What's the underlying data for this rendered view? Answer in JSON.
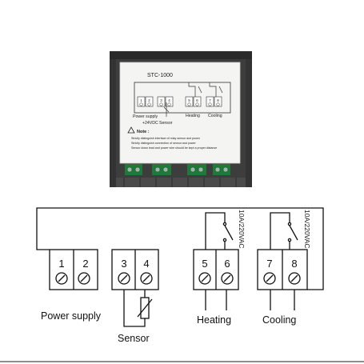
{
  "device": {
    "model": "STC-1000",
    "labels": {
      "power_supply": "Power supply",
      "voltage": "+24VDC",
      "sensor": "Sensor",
      "heating": "Heating",
      "cooling": "Cooling"
    },
    "sticker_terminal_numbers": [
      "1",
      "2",
      "3",
      "4",
      "5",
      "6",
      "7",
      "8"
    ],
    "note_title": "Note :",
    "notes": [
      "Strictly distinguish interface of relay sensor and power",
      "Strictly distinguish connection of sensor and power",
      "Sensor down lead and power wire should be kept a proper distance"
    ]
  },
  "wiring": {
    "terminals": [
      "1",
      "2",
      "3",
      "4",
      "5",
      "6",
      "7",
      "8"
    ],
    "labels": {
      "power_supply": "Power supply",
      "sensor": "Sensor",
      "heating": "Heating",
      "cooling": "Cooling"
    },
    "relay_ratings": [
      "10A/220VAC",
      "10A/220VAC"
    ]
  }
}
